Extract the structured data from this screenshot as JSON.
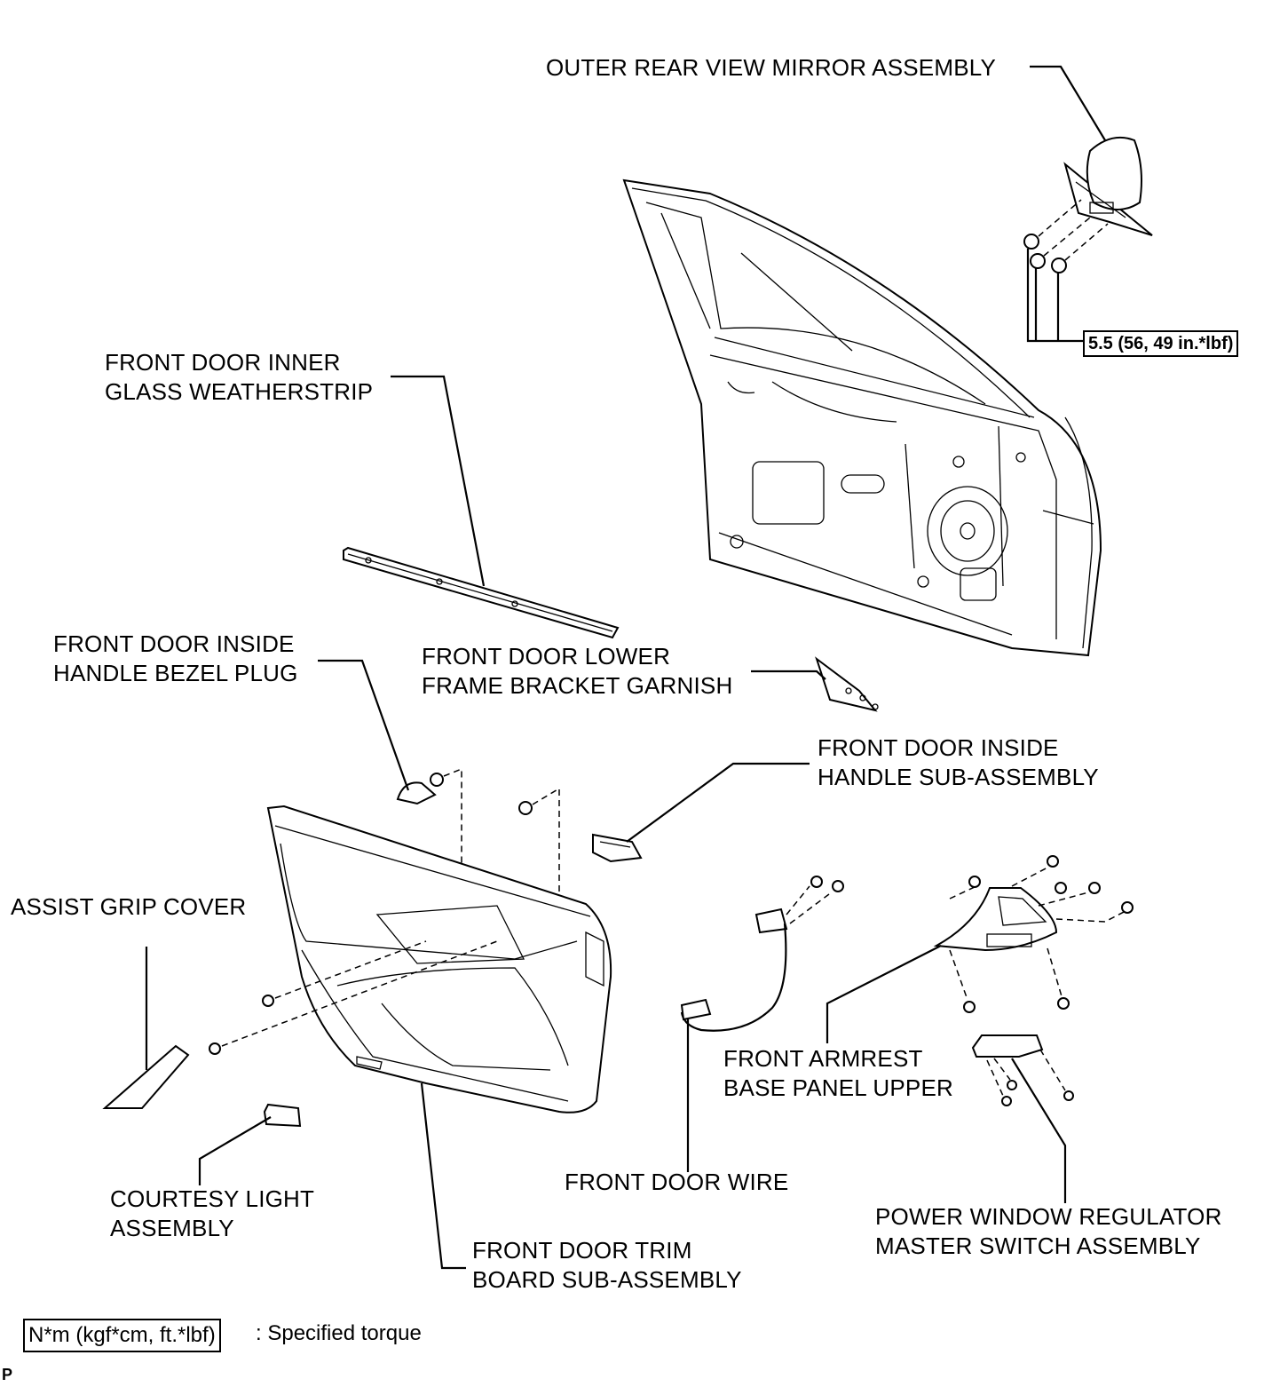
{
  "labels": {
    "outer_mirror": "OUTER REAR VIEW MIRROR ASSEMBLY",
    "inner_weatherstrip_1": "FRONT DOOR INNER",
    "inner_weatherstrip_2": "GLASS WEATHERSTRIP",
    "bezel_plug_1": "FRONT DOOR INSIDE",
    "bezel_plug_2": "HANDLE BEZEL PLUG",
    "lower_frame_1": "FRONT DOOR LOWER",
    "lower_frame_2": "FRAME BRACKET GARNISH",
    "inside_handle_1": "FRONT DOOR INSIDE",
    "inside_handle_2": "HANDLE SUB-ASSEMBLY",
    "assist_grip": "ASSIST GRIP COVER",
    "armrest_1": "FRONT ARMREST",
    "armrest_2": "BASE PANEL UPPER",
    "courtesy_1": "COURTESY LIGHT",
    "courtesy_2": "ASSEMBLY",
    "door_wire": "FRONT DOOR WIRE",
    "master_switch_1": "POWER WINDOW REGULATOR",
    "master_switch_2": "MASTER SWITCH ASSEMBLY",
    "trim_board_1": "FRONT DOOR TRIM",
    "trim_board_2": "BOARD SUB-ASSEMBLY"
  },
  "torque": {
    "mirror_nuts": "5.5 (56, 49 in.*lbf)"
  },
  "legend": {
    "box": "N*m (kgf*cm, ft.*lbf)",
    "text": ": Specified torque"
  },
  "figure_code": "P"
}
